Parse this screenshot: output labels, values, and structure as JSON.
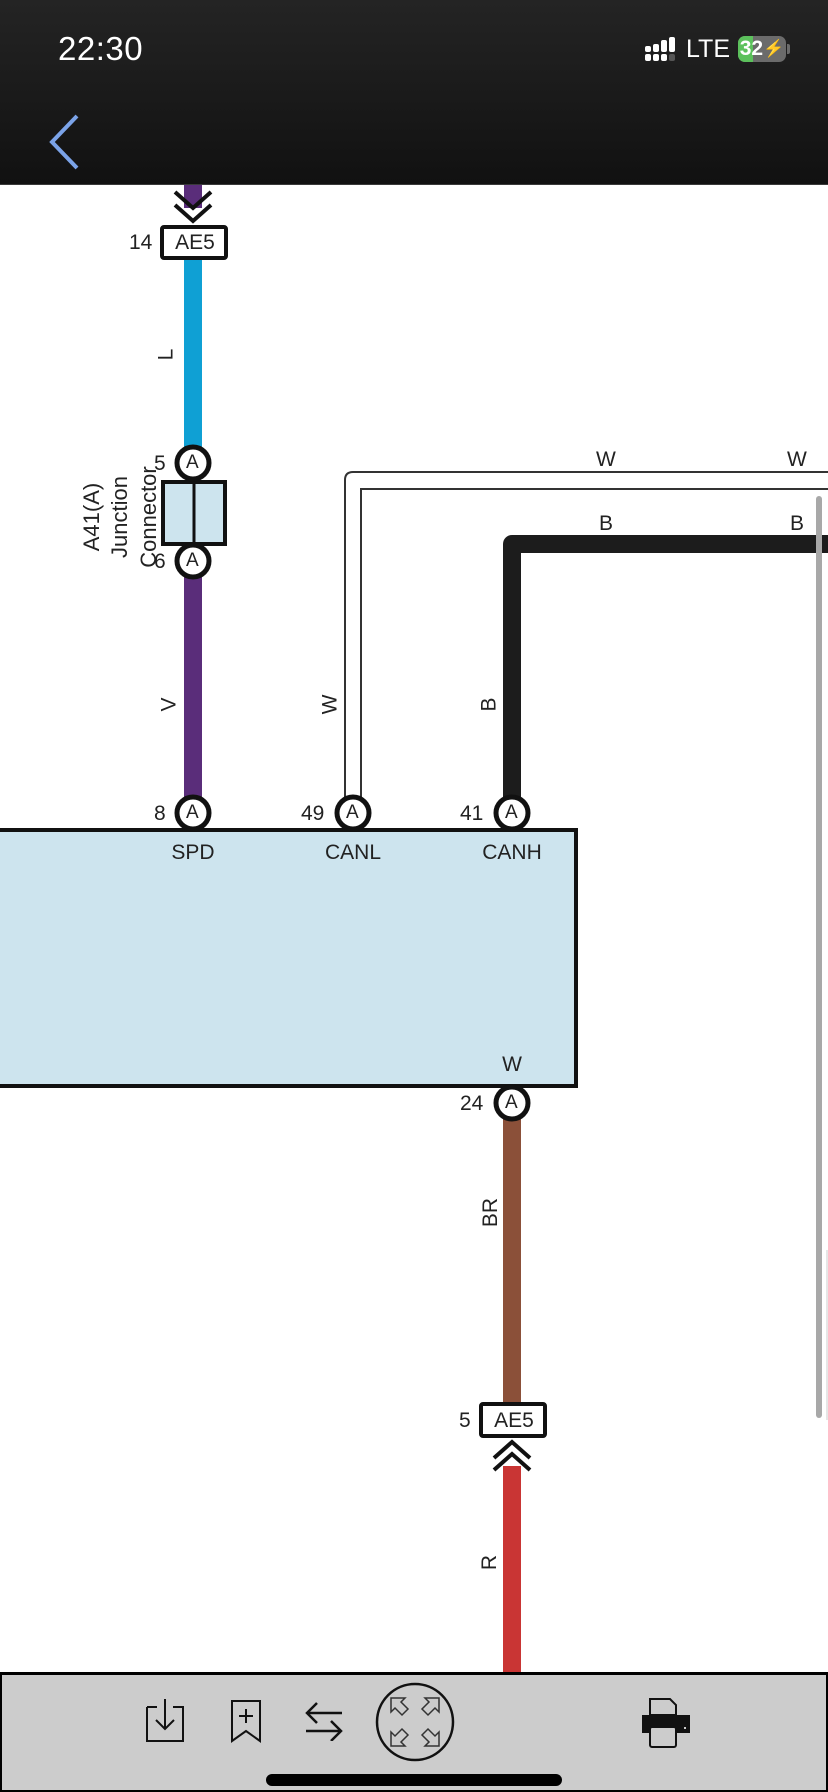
{
  "status_bar": {
    "time": "22:30",
    "network": "LTE",
    "battery_level": "32",
    "battery_percent": 32,
    "charging": true
  },
  "nav": {
    "back_icon": "chevron-left-icon",
    "accent_color": "#7ba3e8"
  },
  "diagram": {
    "top_connector": {
      "pin": "14",
      "name": "AE5"
    },
    "bottom_connector": {
      "pin": "5",
      "name": "AE5"
    },
    "junction": {
      "title_line1": "A41(A)",
      "title_line2": "Junction",
      "title_line3": "Connector",
      "pin_top": "5",
      "pin_bottom": "6",
      "pin_letter": "A"
    },
    "wire_labels": {
      "blue": "L",
      "violet": "V",
      "white_vertical": "W",
      "black_vertical": "B",
      "white_top_1": "W",
      "white_top_2": "W",
      "black_top_1": "B",
      "black_top_2": "B",
      "brown": "BR",
      "red": "R"
    },
    "ecu_pins": [
      {
        "number": "8",
        "letter": "A",
        "signal": "SPD"
      },
      {
        "number": "49",
        "letter": "A",
        "signal": "CANL"
      },
      {
        "number": "41",
        "letter": "A",
        "signal": "CANH"
      }
    ],
    "ecu_bottom_pin": {
      "number": "24",
      "letter": "A",
      "signal": "W"
    },
    "wire_colors": {
      "blue": "#0fa0d4",
      "violet": "#5a2d7a",
      "black": "#1c1c1c",
      "brown": "#8b5039",
      "red": "#c93534",
      "ecu_fill": "#cde4ee"
    }
  },
  "toolbar": {
    "items": [
      {
        "name": "download",
        "icon": "download-icon"
      },
      {
        "name": "bookmark-add",
        "icon": "bookmark-plus-icon"
      },
      {
        "name": "swap",
        "icon": "swap-arrows-icon"
      },
      {
        "name": "fit-screen",
        "icon": "expand-arrows-icon"
      },
      {
        "name": "print",
        "icon": "printer-icon"
      }
    ]
  }
}
